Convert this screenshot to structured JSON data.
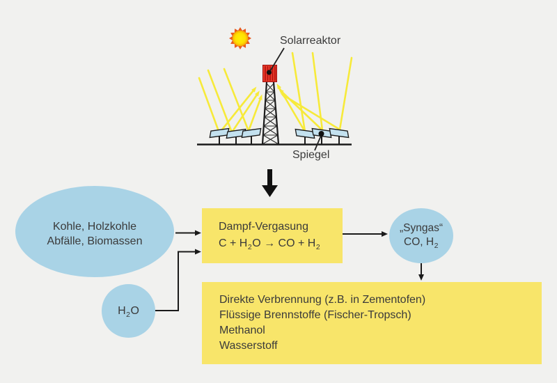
{
  "colors": {
    "bg": "#F1F1EF",
    "node-blue": "#A9D3E6",
    "box-yellow": "#F8E56A",
    "ink": "#3A3A3A",
    "line": "#1A1A1A",
    "ray-yellow": "#F7EA3A",
    "reactor-red": "#E8402A",
    "reactor-stripe": "#B50D11",
    "sun-core": "#FFE404",
    "sun-spikes": "#E95A1B",
    "mirror-blue": "#C3E1EF"
  },
  "scene": {
    "solarreaktor_label": "Solarreaktor",
    "spiegel_label": "Spiegel"
  },
  "feedstock": {
    "line1": "Kohle, Holzkohle",
    "line2": "Abfälle, Biomassen"
  },
  "water": {
    "f1": "H",
    "fsub": "2",
    "f2": "O"
  },
  "gasification": {
    "title": "Dampf-Vergasung",
    "f1": "C + H",
    "fsub1": "2",
    "f2": "O → CO + H",
    "fsub2": "2"
  },
  "syngas": {
    "name": "„Syngas“",
    "f1": "CO, H",
    "fsub": "2"
  },
  "products": {
    "line1": "Direkte Verbrennung (z.B. in Zementofen)",
    "line2": "Flüssige Brennstoffe (Fischer-Tropsch)",
    "line3": "Methanol",
    "line4": "Wasserstoff"
  }
}
